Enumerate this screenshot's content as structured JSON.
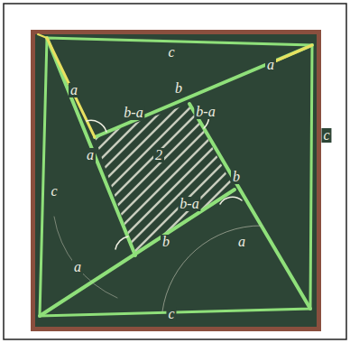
{
  "diagram": {
    "labels": [
      "c",
      "a",
      "b",
      "a",
      "b-a",
      "b-a",
      "c",
      "c",
      "a",
      "2",
      "b",
      "b-a",
      "a",
      "b",
      "a",
      "c"
    ]
  }
}
